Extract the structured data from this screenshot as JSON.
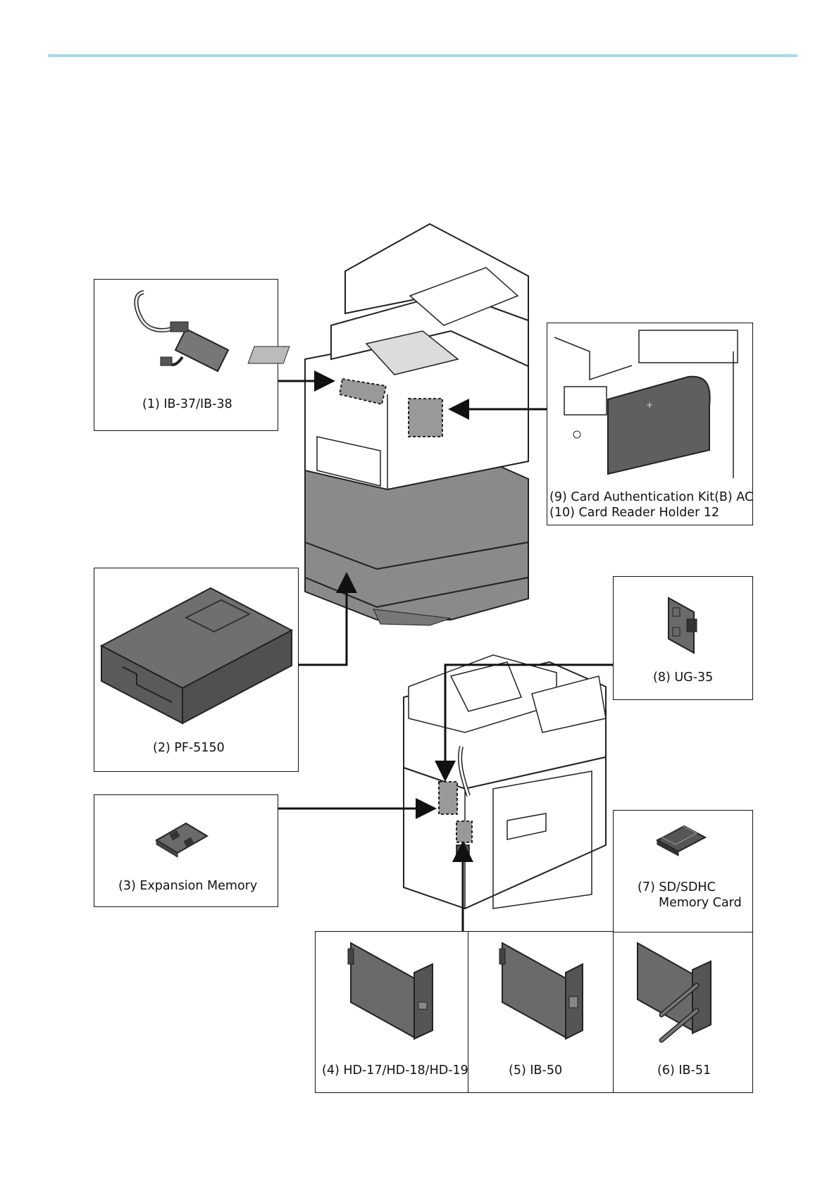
{
  "colors": {
    "rule": "#a8d8ea",
    "line": "#111111",
    "option_fill": "#7a7a7a",
    "body_fill": "#ffffff",
    "dark_fill": "#666666"
  },
  "options": {
    "ib37": {
      "label": "(1) IB-37/IB-38"
    },
    "pf5150": {
      "label": "(2) PF-5150"
    },
    "memory": {
      "label": "(3) Expansion Memory"
    },
    "hd": {
      "label": "(4) HD-17/HD-18/HD-19"
    },
    "ib50": {
      "label": "(5) IB-50"
    },
    "ib51": {
      "label": "(6) IB-51"
    },
    "sd": {
      "label_line1": "(7) SD/SDHC",
      "label_line2": "Memory Card"
    },
    "ug35": {
      "label": "(8) UG-35"
    },
    "card": {
      "label_line1": "(9) Card Authentication Kit(B) AC",
      "label_line2": "(10) Card Reader Holder 12"
    }
  }
}
